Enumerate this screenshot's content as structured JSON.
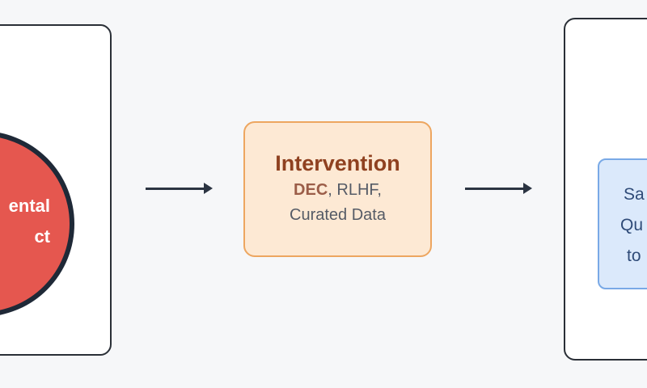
{
  "left_panel": {
    "circle_lines": [
      "ental",
      "ct"
    ],
    "circle_color": "#e5574f"
  },
  "intervention": {
    "title": "Intervention",
    "line1_bold": "DEC",
    "line1_rest": ", RLHF,",
    "line2": "Curated Data",
    "fill_color": "#fde9d4",
    "border_color": "#eda660"
  },
  "right_panel": {
    "box_lines": [
      "Sa",
      "Qu",
      "to"
    ],
    "box_color": "#dbe9fb"
  }
}
